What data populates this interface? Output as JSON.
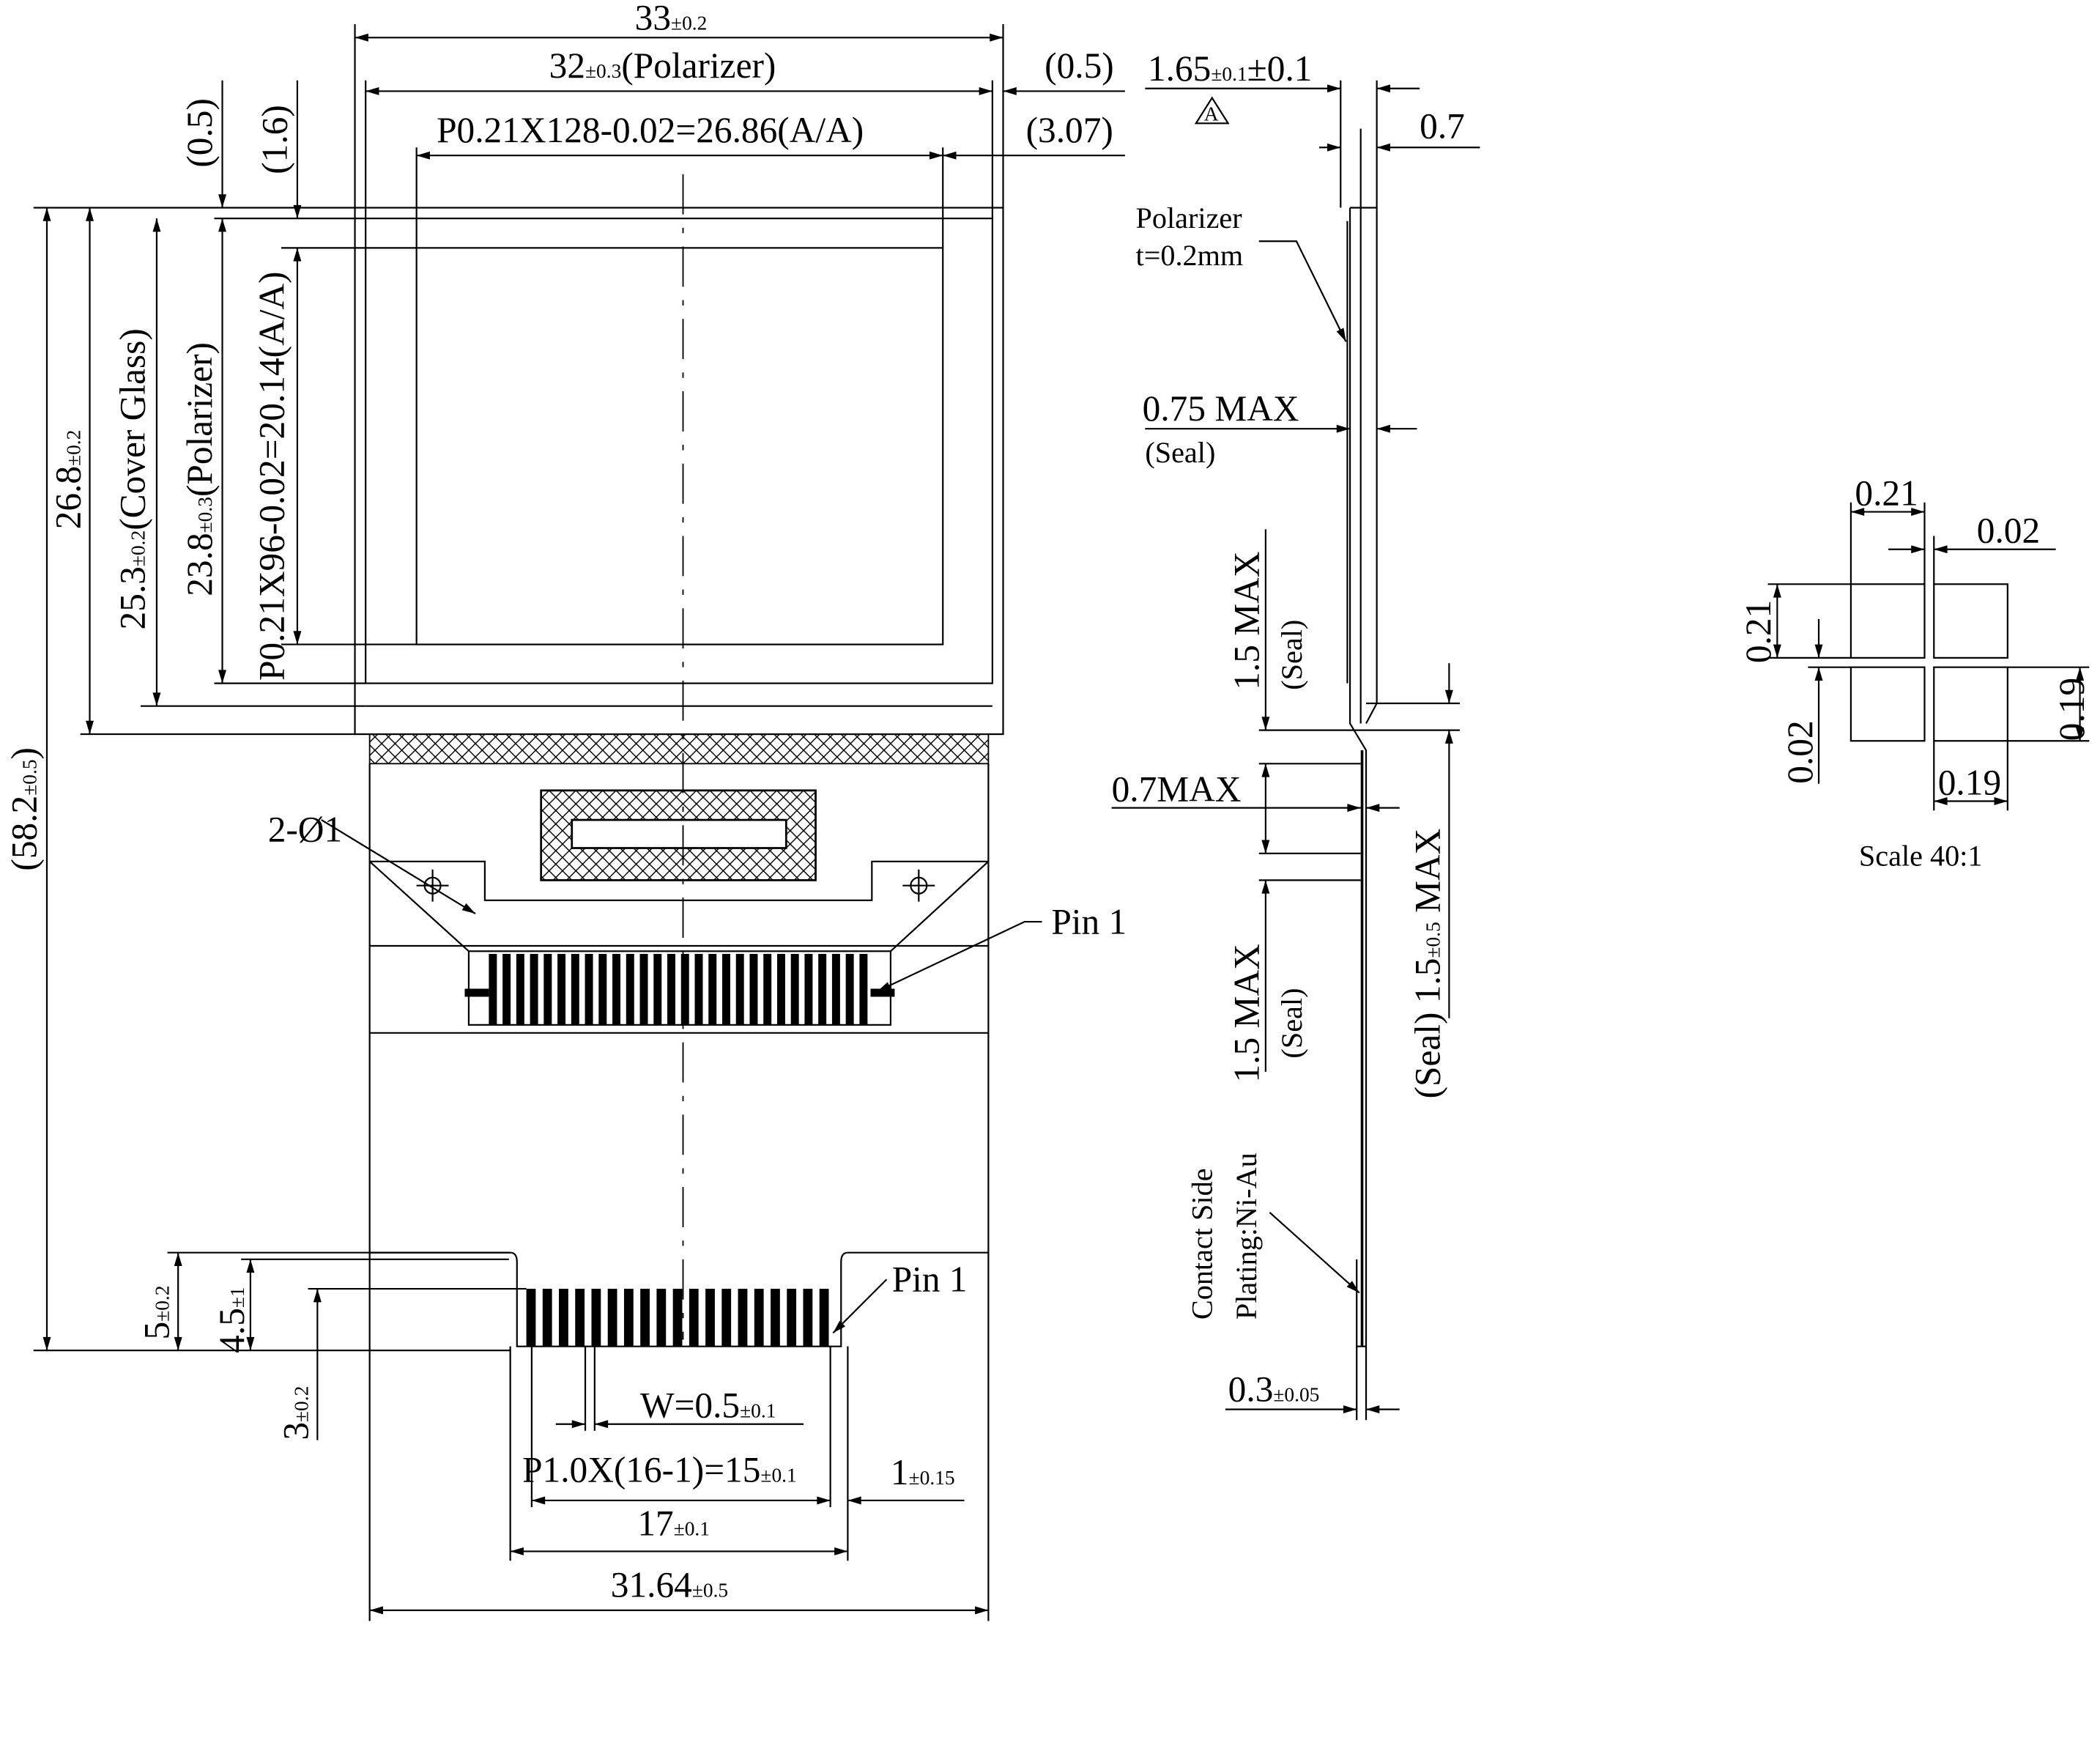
{
  "front": {
    "w33": {
      "main": "33",
      "tol": "±0.2"
    },
    "w32": {
      "main": "32",
      "tol": "±0.3",
      "suffix": "(Polarizer)"
    },
    "aa_w": "P0.21X128-0.02=26.86(A/A)",
    "gap05": "(0.5)",
    "gap307": "(3.07)",
    "v05": "(0.5)",
    "v16": "(1.6)",
    "h268": {
      "main": "26.8",
      "tol": "±0.2"
    },
    "h253": {
      "main": "25.3",
      "tol": "±0.2",
      "suffix": "(Cover Glass)"
    },
    "h238": {
      "main": "23.8",
      "tol": "±0.3",
      "suffix": "(Polarizer)"
    },
    "aa_h": "P0.21X96-0.02=20.14(A/A)",
    "h582": {
      "main": "(58.2",
      "tol": "±0.5",
      "suffix": ")"
    },
    "holes": "2-Ø1",
    "pin1_top": "Pin 1",
    "pin1_bottom": "Pin 1",
    "h5": {
      "main": "5",
      "tol": "±0.2"
    },
    "h45": {
      "main": "4.5",
      "tol": "±1"
    },
    "h3": {
      "main": "3",
      "tol": "±0.2"
    },
    "w_pin": {
      "main": "W=0.5",
      "tol": "±0.1"
    },
    "pitch": {
      "main": "P1.0X(16-1)=15",
      "tol": "±0.1"
    },
    "edge1": {
      "main": "1",
      "tol": "±0.15"
    },
    "w17": {
      "main": "17",
      "tol": "±0.1"
    },
    "w3164": {
      "main": "31.64",
      "tol": "±0.5"
    }
  },
  "side": {
    "thick": {
      "main": "1.65",
      "tol": "±0.1",
      "suffix": "±0.1"
    },
    "rev_mark": "A",
    "t07": "0.7",
    "polarizer": "Polarizer",
    "polarizer_t": "t=0.2mm",
    "seal075": "0.75 MAX",
    "seal075_sub": "(Seal)",
    "seal15a": "1.5 MAX",
    "seal15a_sub": "(Seal)",
    "max07": "0.7MAX",
    "seal15b": "1.5 MAX",
    "seal15b_sub": "(Seal)",
    "seal15c": {
      "main": "(Seal) 1.5",
      "tol": "±0.5",
      "suffix": " MAX"
    },
    "contact": "Contact Side",
    "plating": "Plating:Ni-Au",
    "t03": {
      "main": "0.3",
      "tol": "±0.05"
    }
  },
  "detail": {
    "d021_top": "0.21",
    "d002_top": "0.02",
    "d021_left": "0.21",
    "d002_left": "0.02",
    "d019_right": "0.19",
    "d019_bottom": "0.19",
    "scale": "Scale 40:1"
  }
}
